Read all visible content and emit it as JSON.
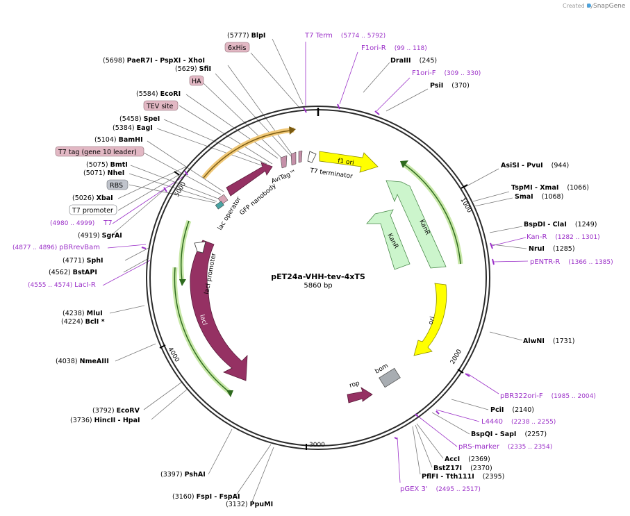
{
  "watermark": {
    "prefix": "Created by",
    "brand": "SnapGene"
  },
  "plasmid": {
    "name": "pET24a-VHH-tev-4xTS",
    "length": "5860 bp"
  },
  "ticks": [
    "1000",
    "2000",
    "3000",
    "4000",
    "5000"
  ],
  "features": [
    "f1 ori",
    "KanR",
    "KanR",
    "ori",
    "bom",
    "rop",
    "lacI",
    "lacI promoter",
    "lac operator",
    "GFP nanobody",
    "AviTag™",
    "T7 terminator"
  ],
  "sites_left": [
    {
      "pos": "(5777)",
      "name": "BlpI"
    },
    {
      "name": "6xHis"
    },
    {
      "pos": "(5698)",
      "name": "PaeR7I - PspXI - XhoI"
    },
    {
      "pos": "(5629)",
      "name": "SfiI"
    },
    {
      "name": "HA"
    },
    {
      "pos": "(5584)",
      "name": "EcoRI"
    },
    {
      "name": "TEV site"
    },
    {
      "pos": "(5458)",
      "name": "SpeI"
    },
    {
      "pos": "(5384)",
      "name": "EagI"
    },
    {
      "pos": "(5104)",
      "name": "BamHI"
    },
    {
      "name": "T7 tag (gene 10 leader)"
    },
    {
      "pos": "(5075)",
      "name": "BmtI"
    },
    {
      "pos": "(5071)",
      "name": "NheI"
    },
    {
      "name": "RBS"
    },
    {
      "pos": "(5026)",
      "name": "XbaI"
    },
    {
      "name": "T7 promoter"
    },
    {
      "pos": "(4980 .. 4999)",
      "name": "T7"
    },
    {
      "pos": "(4919)",
      "name": "SgrAI"
    },
    {
      "pos": "(4877 .. 4896)",
      "name": "pBRrevBam"
    },
    {
      "pos": "(4771)",
      "name": "SphI"
    },
    {
      "pos": "(4562)",
      "name": "BstAPI"
    },
    {
      "pos": "(4555 .. 4574)",
      "name": "LacI-R"
    },
    {
      "pos": "(4238)",
      "name": "MluI"
    },
    {
      "pos": "(4224)",
      "name": "BclI *"
    },
    {
      "pos": "(4038)",
      "name": "NmeAIII"
    },
    {
      "pos": "(3792)",
      "name": "EcoRV"
    },
    {
      "pos": "(3736)",
      "name": "HincII - HpaI"
    },
    {
      "pos": "(3397)",
      "name": "PshAI"
    },
    {
      "pos": "(3160)",
      "name": "FspI - FspAI"
    },
    {
      "pos": "(3132)",
      "name": "PpuMI"
    }
  ],
  "sites_right": [
    {
      "name": "T7 Term",
      "pos": "(5774 .. 5792)"
    },
    {
      "name": "F1ori-R",
      "pos": "(99 .. 118)"
    },
    {
      "name": "DraIII",
      "pos": "(245)"
    },
    {
      "name": "F1ori-F",
      "pos": "(309 .. 330)"
    },
    {
      "name": "PsiI",
      "pos": "(370)"
    },
    {
      "name": "AsiSI - PvuI",
      "pos": "(944)"
    },
    {
      "name": "TspMI - XmaI",
      "pos": "(1066)"
    },
    {
      "name": "SmaI",
      "pos": "(1068)"
    },
    {
      "name": "BspDI - ClaI",
      "pos": "(1249)"
    },
    {
      "name": "Kan-R",
      "pos": "(1282 .. 1301)"
    },
    {
      "name": "NruI",
      "pos": "(1285)"
    },
    {
      "name": "pENTR-R",
      "pos": "(1366 .. 1385)"
    },
    {
      "name": "AlwNI",
      "pos": "(1731)"
    },
    {
      "name": "pBR322ori-F",
      "pos": "(1985 .. 2004)"
    },
    {
      "name": "PciI",
      "pos": "(2140)"
    },
    {
      "name": "L4440",
      "pos": "(2238 .. 2255)"
    },
    {
      "name": "BspQI - SapI",
      "pos": "(2257)"
    },
    {
      "name": "pRS-marker",
      "pos": "(2335 .. 2354)"
    },
    {
      "name": "AccI",
      "pos": "(2369)"
    },
    {
      "name": "BstZ17I",
      "pos": "(2370)"
    },
    {
      "name": "PflFI - Tth111I",
      "pos": "(2395)"
    },
    {
      "name": "pGEX 3'",
      "pos": "(2495 .. 2517)"
    }
  ],
  "colors": {
    "primer": "#9b30c8",
    "enzyme": "#000000",
    "feature_label_bg": "#e2b8c4",
    "grey_label_bg": "#c0c4cc"
  }
}
